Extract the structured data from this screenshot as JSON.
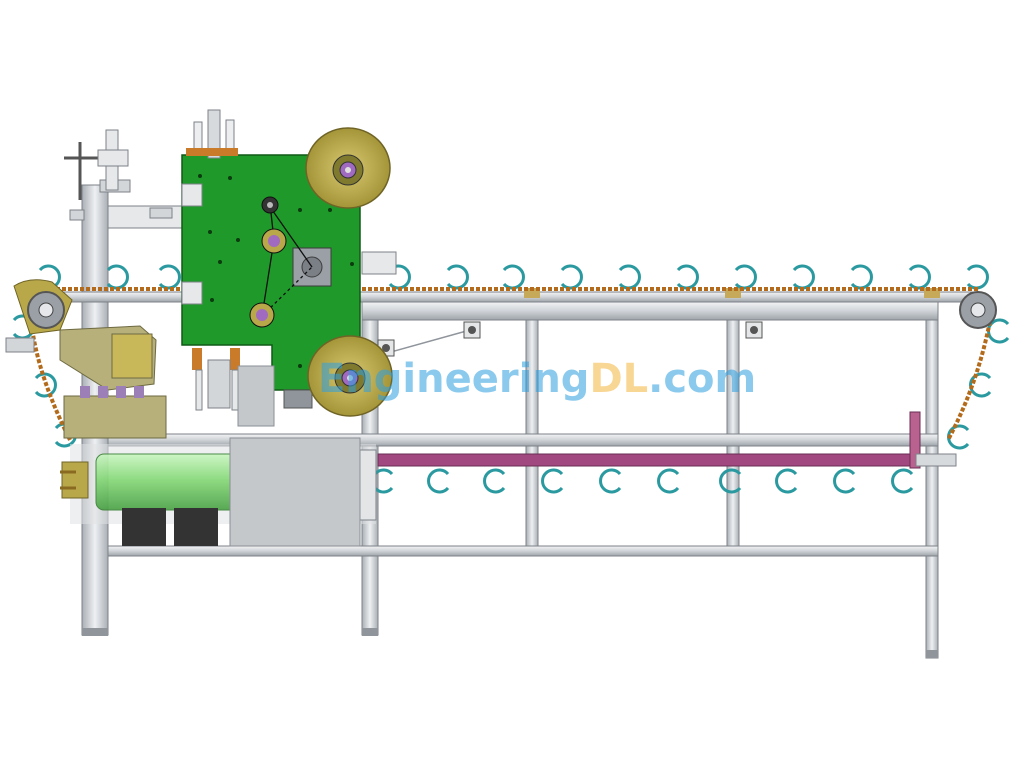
{
  "watermark": {
    "part1": "Engineering",
    "part2": "DL",
    "part3": ".com"
  },
  "colors": {
    "frame": "#d9dcdf",
    "frame_edge": "#8a8f94",
    "green_panel": "#1f9a2a",
    "tape_reel": "#b8a84a",
    "chain": "#b36a1a",
    "rings": "#2a9aa0",
    "purple_rail": "#a0487f",
    "green_roller": "#86e07a",
    "olive_block": "#b7b07a",
    "dark_block": "#333333"
  },
  "icons": {
    "sprocket": "sprocket-icon",
    "pulley": "pulley-icon",
    "ring": "ring-icon"
  }
}
